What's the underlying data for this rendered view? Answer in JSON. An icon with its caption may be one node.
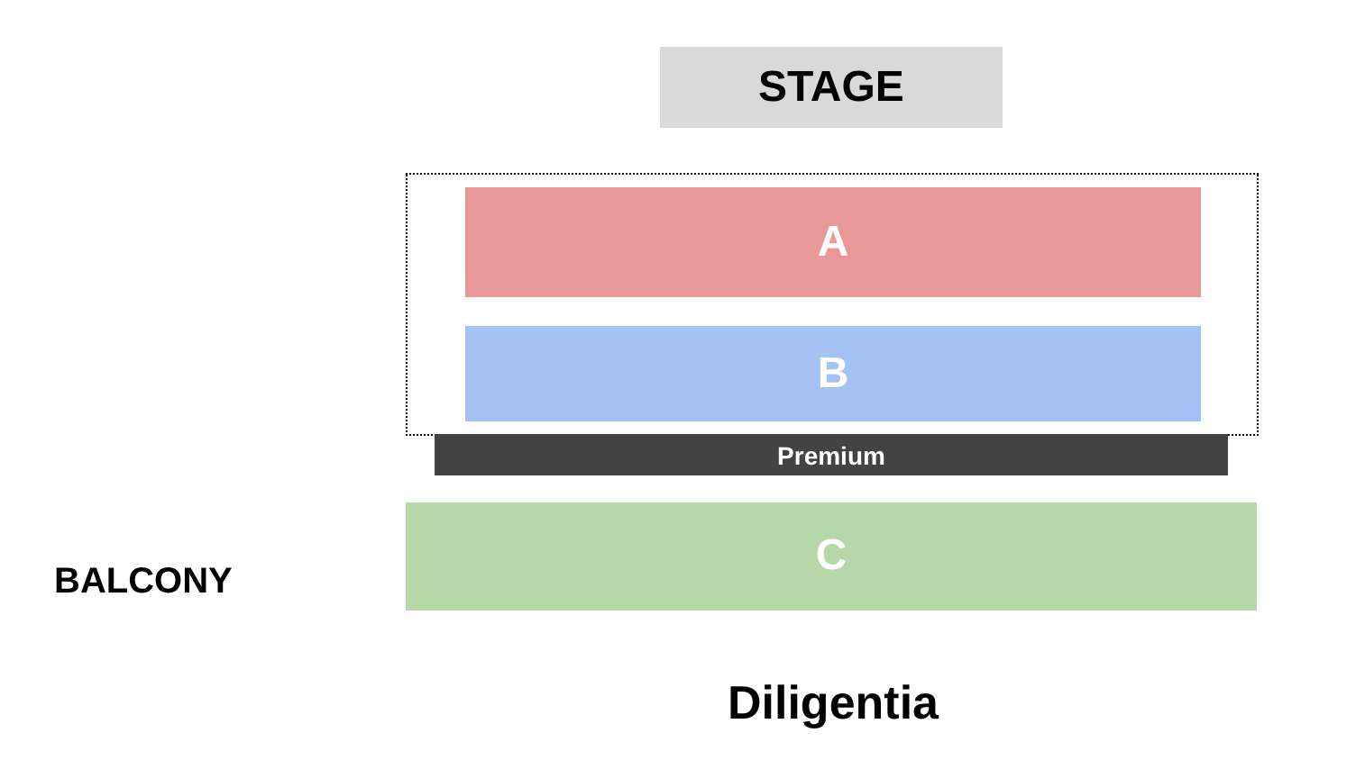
{
  "diagram": {
    "title": "Diligentia",
    "nodes": [
      {
        "text": [
          "STAGE"
        ]
      },
      {
        "text": [],
        "shape": "box"
      },
      {
        "text": [
          "A"
        ],
        "in": 1
      },
      {
        "text": [
          "B"
        ],
        "in": 1
      },
      {
        "text": [
          "Premium"
        ]
      },
      {
        "text": [
          "C"
        ]
      }
    ],
    "labels": [
      "BALCONY"
    ]
  }
}
